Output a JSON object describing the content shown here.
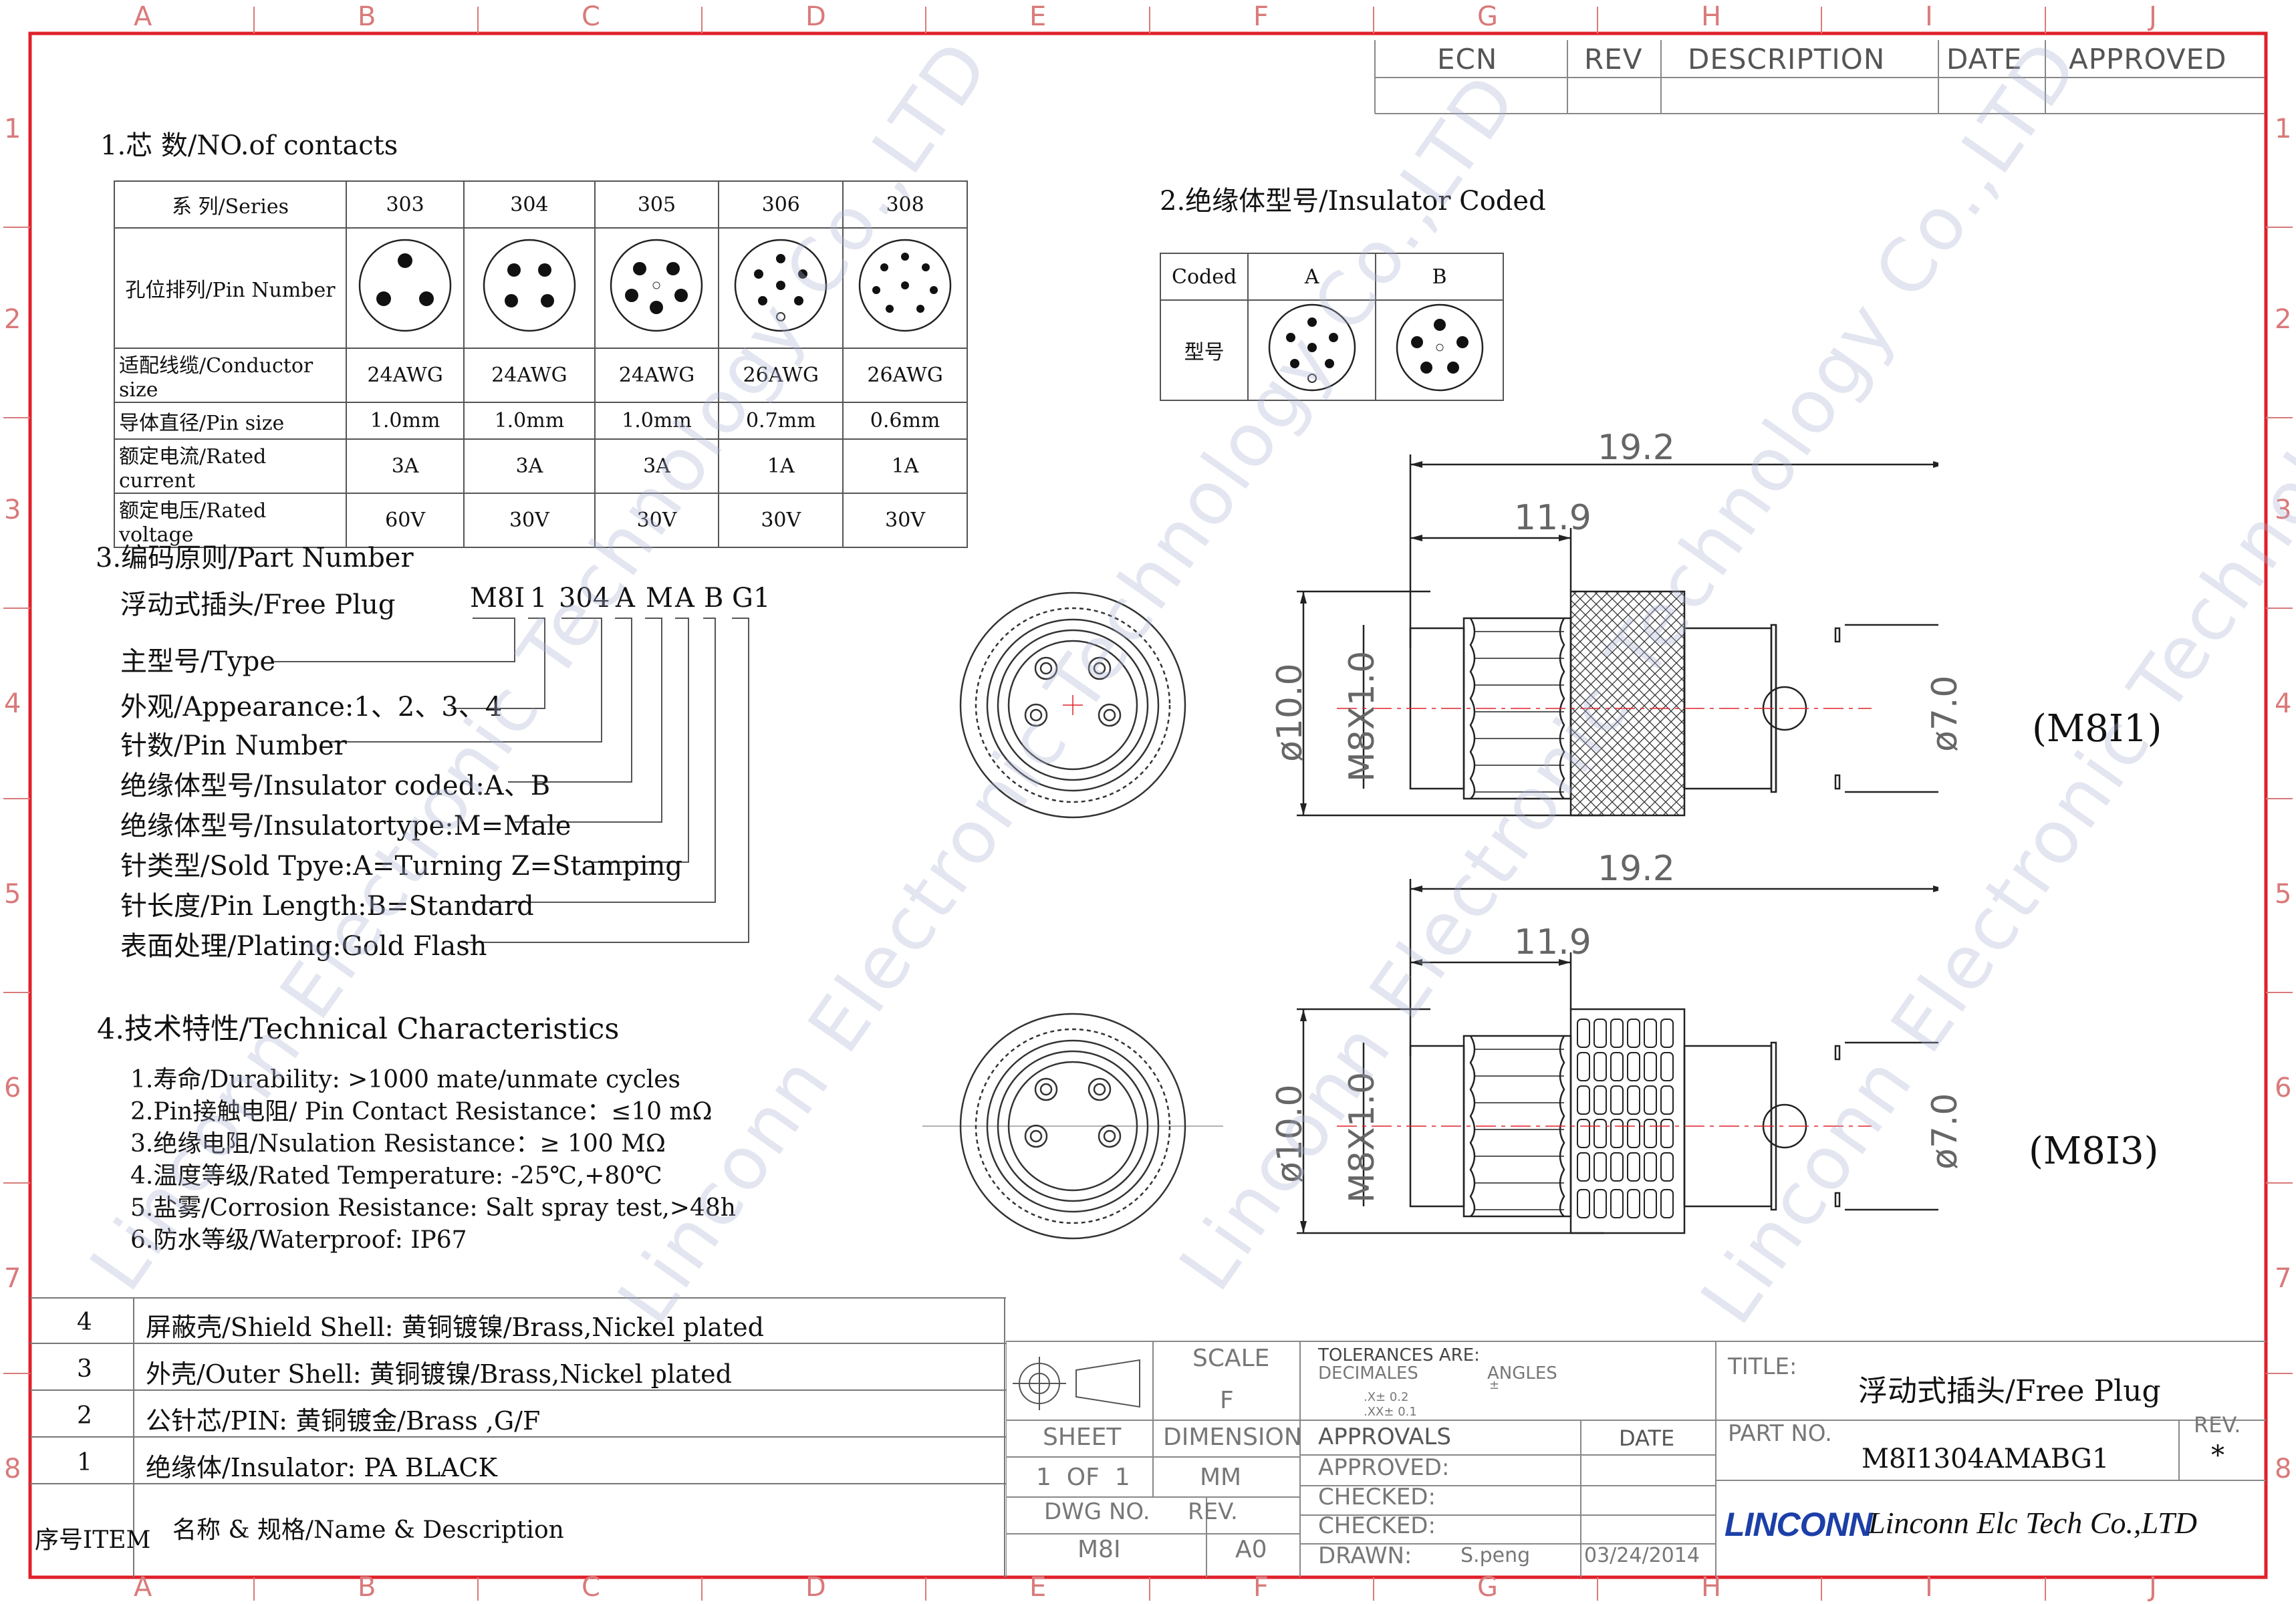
{
  "zones": {
    "columns": [
      "A",
      "B",
      "C",
      "D",
      "E",
      "F",
      "G",
      "H",
      "I",
      "J"
    ],
    "rows": [
      "1",
      "2",
      "3",
      "4",
      "5",
      "6",
      "7",
      "8"
    ]
  },
  "revision_block": {
    "headers": [
      "ECN",
      "REV",
      "DESCRIPTION",
      "DATE",
      "APPROVED"
    ]
  },
  "section1": {
    "title": "1.芯 数/NO.of contacts",
    "series_label": "系 列/Series",
    "series": [
      "303",
      "304",
      "305",
      "306",
      "308"
    ],
    "pin_number_label": "孔位排列/Pin Number",
    "rows": [
      {
        "label": "适配线缆/Conductor size",
        "values": [
          "24AWG",
          "24AWG",
          "24AWG",
          "26AWG",
          "26AWG"
        ]
      },
      {
        "label": "导体直径/Pin size",
        "values": [
          "1.0mm",
          "1.0mm",
          "1.0mm",
          "0.7mm",
          "0.6mm"
        ]
      },
      {
        "label": "额定电流/Rated current",
        "values": [
          "3A",
          "3A",
          "3A",
          "1A",
          "1A"
        ]
      },
      {
        "label": "额定电压/Rated voltage",
        "values": [
          "60V",
          "30V",
          "30V",
          "30V",
          "30V"
        ]
      }
    ]
  },
  "section2": {
    "title": "2.绝缘体型号/Insulator Coded",
    "coded_label": "Coded",
    "codes": [
      "A",
      "B"
    ],
    "type_label": "型号"
  },
  "section3": {
    "title": "3.编码原则/Part Number",
    "free_plug": "浮动式插头/Free Plug",
    "code_parts": [
      "M8I",
      "1",
      "304",
      "A",
      "M",
      "A",
      "B",
      "G1"
    ],
    "legend": [
      "主型号/Type",
      "外观/Appearance:1、2、3、4",
      "针数/Pin Number",
      "绝缘体型号/Insulator coded:A、B",
      "绝缘体型号/Insulatortype:M=Male",
      "针类型/Sold Tpye:A=Turning Z=Stamping",
      "针长度/Pin Length:B=Standard",
      "表面处理/Plating:Gold Flash"
    ]
  },
  "section4": {
    "title": "4.技术特性/Technical Characteristics",
    "items": [
      "1.寿命/Durability: >1000 mate/unmate cycles",
      "2.Pin接触电阻/ Pin Contact Resistance：≤10 mΩ",
      "3.绝缘电阻/Nsulation Resistance：≥ 100 MΩ",
      "4.温度等级/Rated Temperature: -25℃,+80℃",
      "5.盐雾/Corrosion Resistance: Salt spray test,>48h",
      "6.防水等级/Waterproof: IP67"
    ]
  },
  "dimensions": {
    "overall": "19.2",
    "thread_len": "11.9",
    "dia_outer": "ø10.0",
    "thread": "M8X1.0",
    "dia_cable": "ø7.0",
    "model_top": "(M8I1)",
    "model_bottom": "(M8I3)"
  },
  "bom": {
    "items": [
      {
        "no": "4",
        "desc": "屏蔽壳/Shield Shell: 黄铜镀镍/Brass,Nickel plated"
      },
      {
        "no": "3",
        "desc": "外壳/Outer Shell: 黄铜镀镍/Brass,Nickel plated"
      },
      {
        "no": "2",
        "desc": "公针芯/PIN: 黄铜镀金/Brass ,G/F"
      },
      {
        "no": "1",
        "desc": "绝缘体/Insulator: PA BLACK"
      }
    ],
    "header_no": "序号ITEM",
    "header_desc": "名称 & 规格/Name & Description"
  },
  "title_block": {
    "scale_label": "SCALE",
    "scale_value": "F",
    "sheet_label": "SHEET",
    "sheet_value": "1  OF  1",
    "dimension_label": "DIMENSION",
    "dimension_value": "MM",
    "dwg_no_label": "DWG NO.",
    "dwg_no_value": "M8I",
    "rev_label": "REV.",
    "rev_value": "A0",
    "tolerances": "TOLERANCES ARE:",
    "decimales": "DECIMALES",
    "angles": "ANGLES",
    "tol_x": ".X± 0.2",
    "tol_xx": ".XX± 0.1",
    "tol_angle": "±",
    "approvals": "APPROVALS",
    "date_label": "DATE",
    "approved": "APPROVED:",
    "checked1": "CHECKED:",
    "checked2": "CHECKED:",
    "drawn": "DRAWN:",
    "drawn_by": "S.peng",
    "drawn_date": "03/24/2014",
    "title_label": "TITLE:",
    "title_value": "浮动式插头/Free Plug",
    "part_no_label": "PART NO.",
    "part_no_value": "M8I1304AMABG1",
    "rev2_label": "REV.",
    "rev2_value": "*",
    "logo": "LINCONN",
    "company": "Linconn Elc Tech Co.,LTD"
  },
  "watermark": "Linconn Electronic Technology Co.,LTD"
}
